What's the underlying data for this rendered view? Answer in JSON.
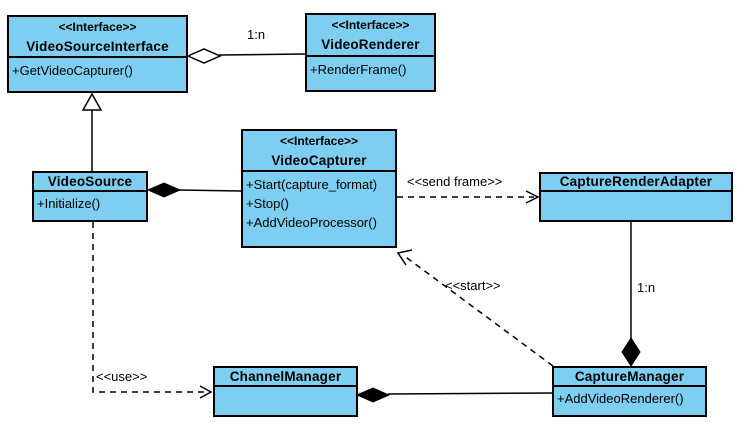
{
  "colors": {
    "box_fill": "#7DCEF0",
    "box_border": "#000000",
    "background": "#FFFFFF",
    "line_color": "#000000"
  },
  "classes": {
    "video_source_interface": {
      "stereotype": "<<Interface>>",
      "name": "VideoSourceInterface",
      "methods": [
        "+GetVideoCapturer()"
      ]
    },
    "video_renderer": {
      "stereotype": "<<Interface>>",
      "name": "VideoRenderer",
      "methods": [
        "+RenderFrame()"
      ]
    },
    "video_capturer": {
      "stereotype": "<<Interface>>",
      "name": "VideoCapturer",
      "methods": [
        "+Start(capture_format)",
        "+Stop()",
        "+AddVideoProcessor()"
      ]
    },
    "video_source": {
      "name": "VideoSource",
      "methods": [
        "+Initialize()"
      ]
    },
    "capture_render_adapter": {
      "name": "CaptureRenderAdapter",
      "methods": []
    },
    "channel_manager": {
      "name": "ChannelManager",
      "methods": []
    },
    "capture_manager": {
      "name": "CaptureManager",
      "methods": [
        "+AddVideoRenderer()"
      ]
    }
  },
  "edge_labels": {
    "renderer_multiplicity": "1:n",
    "send_frame": "<<send frame>>",
    "start": "<<start>>",
    "use": "<<use>>",
    "capture_manager_multiplicity": "1:n"
  }
}
